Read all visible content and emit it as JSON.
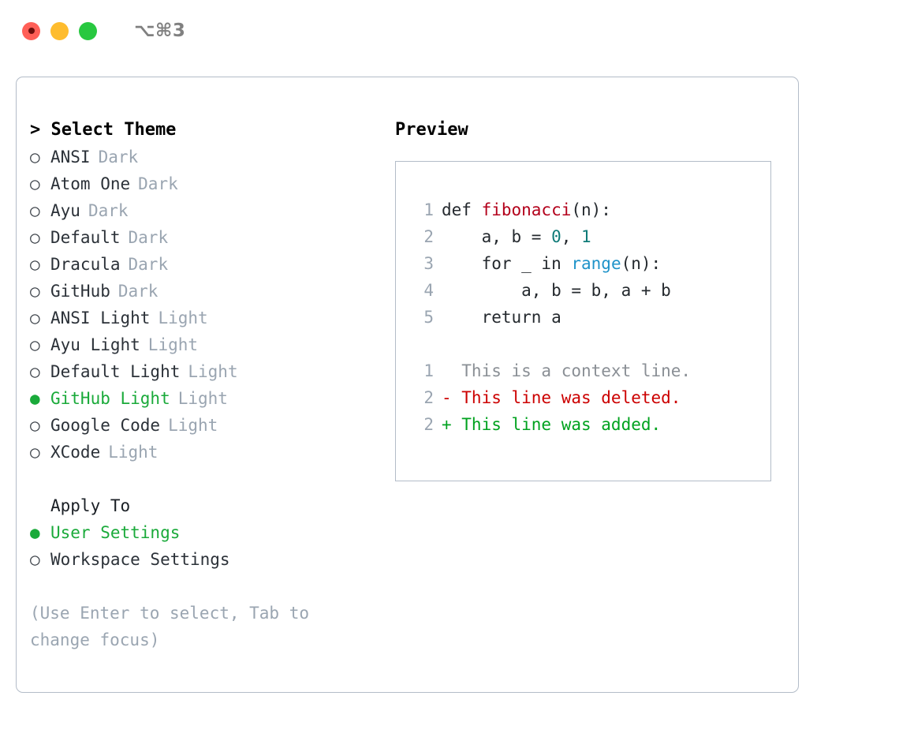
{
  "window": {
    "title": "⌥⌘3",
    "traffic_lights": [
      {
        "name": "close-button",
        "color": "#ff5f57"
      },
      {
        "name": "minimize-button",
        "color": "#febc2e"
      },
      {
        "name": "maximize-button",
        "color": "#28c840"
      }
    ]
  },
  "theme_picker": {
    "header": "> Select Theme",
    "items": [
      {
        "marker": "○",
        "label": "ANSI",
        "category": "Dark",
        "selected": false
      },
      {
        "marker": "○",
        "label": "Atom One",
        "category": "Dark",
        "selected": false
      },
      {
        "marker": "○",
        "label": "Ayu",
        "category": "Dark",
        "selected": false
      },
      {
        "marker": "○",
        "label": "Default",
        "category": "Dark",
        "selected": false
      },
      {
        "marker": "○",
        "label": "Dracula",
        "category": "Dark",
        "selected": false
      },
      {
        "marker": "○",
        "label": "GitHub",
        "category": "Dark",
        "selected": false
      },
      {
        "marker": "○",
        "label": "ANSI Light",
        "category": "Light",
        "selected": false
      },
      {
        "marker": "○",
        "label": "Ayu Light",
        "category": "Light",
        "selected": false
      },
      {
        "marker": "○",
        "label": "Default Light",
        "category": "Light",
        "selected": false
      },
      {
        "marker": "●",
        "label": "GitHub Light",
        "category": "Light",
        "selected": true
      },
      {
        "marker": "○",
        "label": "Google Code",
        "category": "Light",
        "selected": false
      },
      {
        "marker": "○",
        "label": "XCode",
        "category": "Light",
        "selected": false
      }
    ]
  },
  "apply_to": {
    "header": "Apply To",
    "items": [
      {
        "marker": "●",
        "label": "User Settings",
        "selected": true
      },
      {
        "marker": "○",
        "label": "Workspace Settings",
        "selected": false
      }
    ]
  },
  "hint": "(Use Enter to select, Tab to change focus)",
  "preview": {
    "title": "Preview",
    "code_lines": [
      {
        "number": "1",
        "tokens": [
          {
            "text": "def ",
            "style": "t-kw"
          },
          {
            "text": "fibonacci",
            "style": "t-fn"
          },
          {
            "text": "(n):",
            "style": "t-plain"
          }
        ]
      },
      {
        "number": "2",
        "tokens": [
          {
            "text": "    a, b = ",
            "style": "t-plain"
          },
          {
            "text": "0",
            "style": "t-num"
          },
          {
            "text": ", ",
            "style": "t-plain"
          },
          {
            "text": "1",
            "style": "t-num"
          }
        ]
      },
      {
        "number": "3",
        "tokens": [
          {
            "text": "    for _ in ",
            "style": "t-plain"
          },
          {
            "text": "range",
            "style": "t-call"
          },
          {
            "text": "(n):",
            "style": "t-plain"
          }
        ]
      },
      {
        "number": "4",
        "tokens": [
          {
            "text": "        a, b = b, a + b",
            "style": "t-plain"
          }
        ]
      },
      {
        "number": "5",
        "tokens": [
          {
            "text": "    return a",
            "style": "t-plain"
          }
        ]
      }
    ],
    "diff_lines": [
      {
        "number": "1",
        "tokens": [
          {
            "text": "  This is a context line.",
            "style": "t-ctx"
          }
        ]
      },
      {
        "number": "2",
        "tokens": [
          {
            "text": "- This line was deleted.",
            "style": "t-del"
          }
        ]
      },
      {
        "number": "2",
        "tokens": [
          {
            "text": "+ This line was added.",
            "style": "t-add"
          }
        ]
      }
    ]
  },
  "colors": {
    "accent_green": "#1aaa3a",
    "muted": "#9aa5b1",
    "border": "#b3bcc8",
    "diff_added": "#00a21f",
    "diff_deleted": "#cc0000",
    "fn_name": "#b3001b",
    "number": "#0f7b78",
    "call": "#1f93c9"
  }
}
